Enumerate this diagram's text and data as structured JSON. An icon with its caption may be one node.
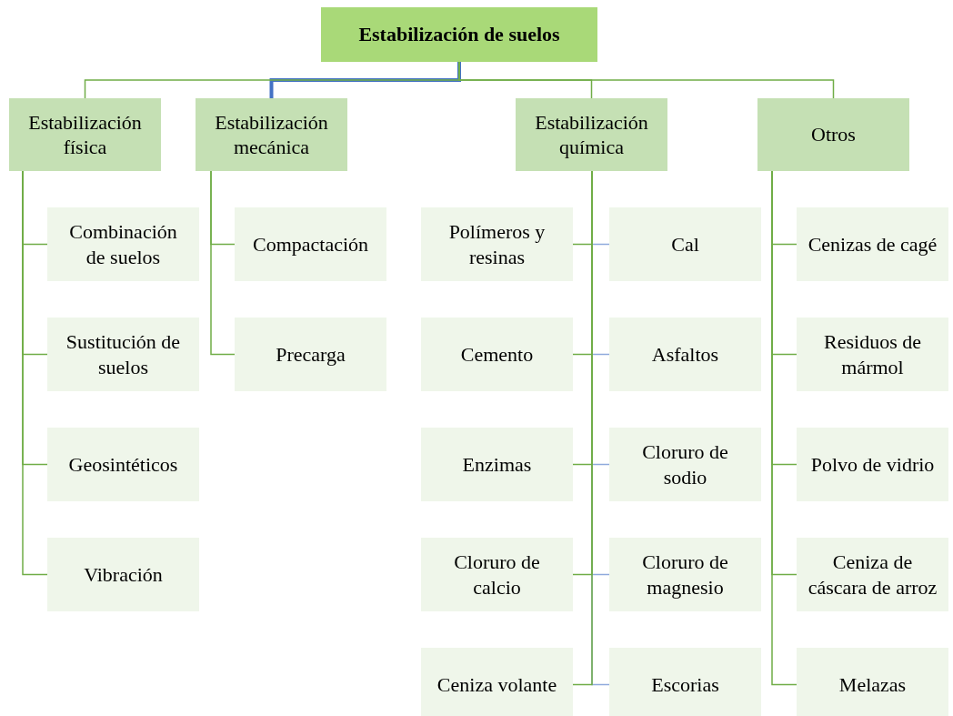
{
  "diagram": {
    "nodes": [
      {
        "text": [
          "Estabilización de suelos"
        ]
      },
      {
        "text": [
          "Estabilización física"
        ]
      },
      {
        "text": [
          "Estabilización mecánica"
        ]
      },
      {
        "text": [
          "Estabilización química"
        ]
      },
      {
        "text": [
          "Otros"
        ]
      },
      {
        "text": [
          "Combinación de suelos"
        ]
      },
      {
        "text": [
          "Sustitución de suelos"
        ]
      },
      {
        "text": [
          "Geosintéticos"
        ]
      },
      {
        "text": [
          "Vibración"
        ]
      },
      {
        "text": [
          "Compactación"
        ]
      },
      {
        "text": [
          "Precarga"
        ]
      },
      {
        "text": [
          "Polímeros y resinas"
        ]
      },
      {
        "text": [
          "Cal"
        ]
      },
      {
        "text": [
          "Cemento"
        ]
      },
      {
        "text": [
          "Asfaltos"
        ]
      },
      {
        "text": [
          "Enzimas"
        ]
      },
      {
        "text": [
          "Cloruro de sodio"
        ]
      },
      {
        "text": [
          "Cloruro de calcio"
        ]
      },
      {
        "text": [
          "Cloruro de magnesio"
        ]
      },
      {
        "text": [
          "Ceniza volante"
        ]
      },
      {
        "text": [
          "Escorias"
        ]
      },
      {
        "text": [
          "Cenizas de cagé"
        ]
      },
      {
        "text": [
          "Residuos de mármol"
        ]
      },
      {
        "text": [
          "Polvo de vidrio"
        ]
      },
      {
        "text": [
          "Ceniza de cáscara de arroz"
        ]
      },
      {
        "text": [
          "Melazas"
        ]
      }
    ],
    "edges": [
      {
        "from": 0,
        "to": 1,
        "arrow": "none"
      },
      {
        "from": 0,
        "to": 2,
        "arrow": "none",
        "style": "thick",
        "color": "#4472c4"
      },
      {
        "from": 0,
        "to": 3,
        "arrow": "none"
      },
      {
        "from": 0,
        "to": 4,
        "arrow": "none"
      },
      {
        "from": 1,
        "to": 5,
        "arrow": "none"
      },
      {
        "from": 1,
        "to": 6,
        "arrow": "none"
      },
      {
        "from": 1,
        "to": 7,
        "arrow": "none"
      },
      {
        "from": 1,
        "to": 8,
        "arrow": "none"
      },
      {
        "from": 2,
        "to": 9,
        "arrow": "none"
      },
      {
        "from": 2,
        "to": 10,
        "arrow": "none"
      },
      {
        "from": 3,
        "to": 11,
        "arrow": "none"
      },
      {
        "from": 3,
        "to": 12,
        "arrow": "none",
        "color": "#8faadc"
      },
      {
        "from": 3,
        "to": 13,
        "arrow": "none"
      },
      {
        "from": 3,
        "to": 14,
        "arrow": "none",
        "color": "#8faadc"
      },
      {
        "from": 3,
        "to": 15,
        "arrow": "none"
      },
      {
        "from": 3,
        "to": 16,
        "arrow": "none",
        "color": "#8faadc"
      },
      {
        "from": 3,
        "to": 17,
        "arrow": "none"
      },
      {
        "from": 3,
        "to": 18,
        "arrow": "none",
        "color": "#8faadc"
      },
      {
        "from": 3,
        "to": 19,
        "arrow": "none"
      },
      {
        "from": 3,
        "to": 20,
        "arrow": "none",
        "color": "#8faadc"
      },
      {
        "from": 4,
        "to": 21,
        "arrow": "none"
      },
      {
        "from": 4,
        "to": 22,
        "arrow": "none"
      },
      {
        "from": 4,
        "to": 23,
        "arrow": "none"
      },
      {
        "from": 4,
        "to": 24,
        "arrow": "none"
      },
      {
        "from": 4,
        "to": 25,
        "arrow": "none"
      }
    ]
  }
}
